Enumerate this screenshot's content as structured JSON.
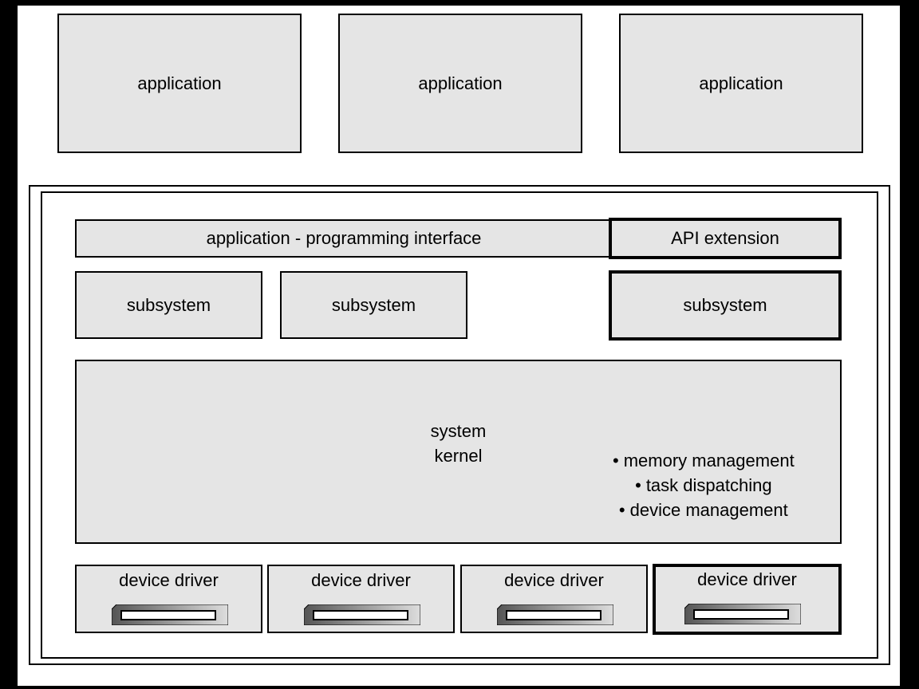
{
  "applications": [
    {
      "label": "application"
    },
    {
      "label": "application"
    },
    {
      "label": "application"
    }
  ],
  "api": {
    "label": "application - programming interface",
    "extension_label": "API extension"
  },
  "subsystems": [
    {
      "label": "subsystem"
    },
    {
      "label": "subsystem"
    },
    {
      "label": "subsystem"
    }
  ],
  "kernel": {
    "title_line1": "system",
    "title_line2": "kernel",
    "functions": [
      "memory management",
      "task dispatching",
      "device management"
    ]
  },
  "drivers": [
    {
      "label": "device driver"
    },
    {
      "label": "device driver"
    },
    {
      "label": "device driver"
    },
    {
      "label": "device driver"
    }
  ],
  "colors": {
    "box_fill": "#e5e5e5",
    "border": "#000000",
    "background": "#ffffff",
    "device_dark": "#555555",
    "device_light": "#dddddd"
  }
}
